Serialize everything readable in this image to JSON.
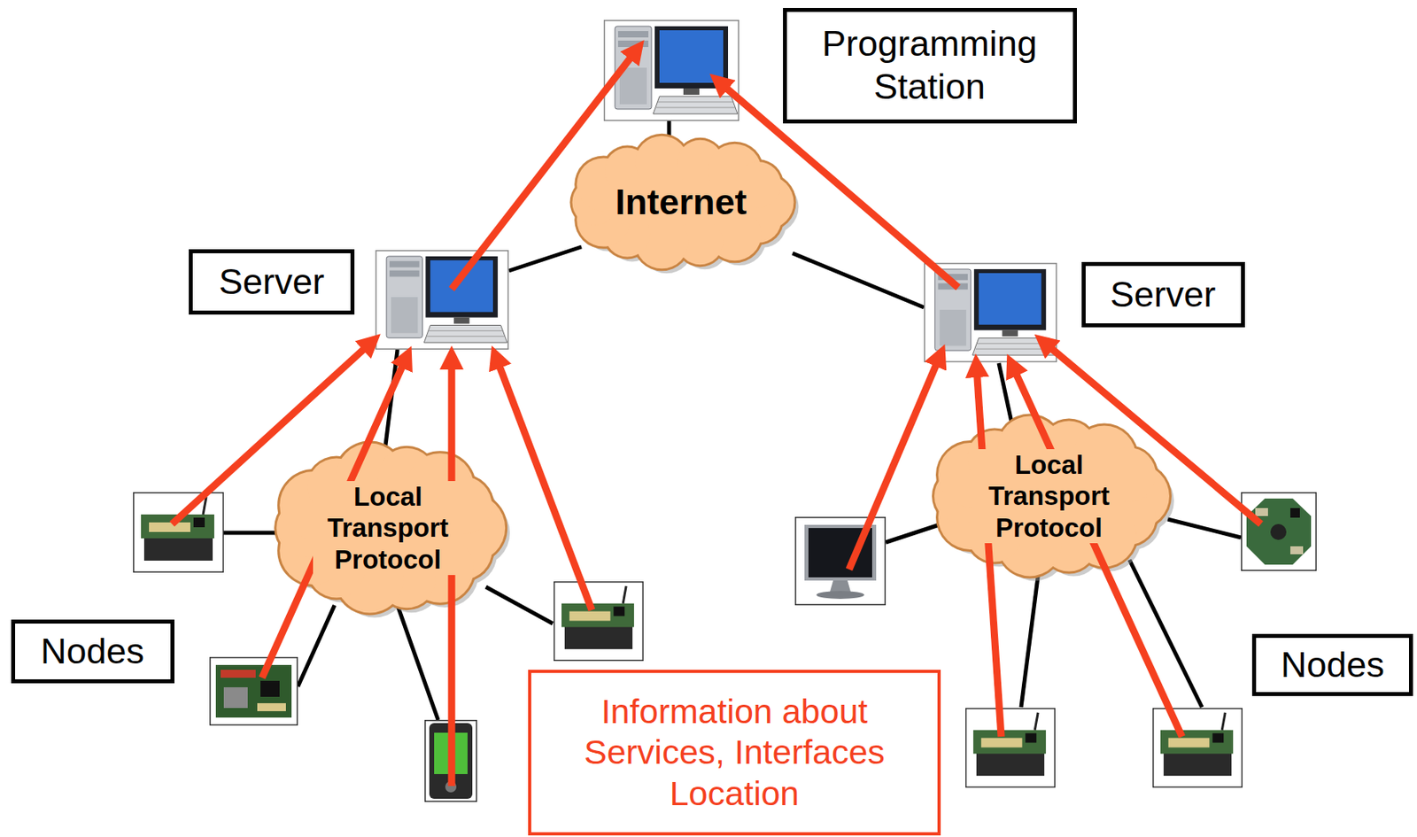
{
  "diagram": {
    "nodes": [
      {
        "text": [
          "Programming Station"
        ]
      },
      {
        "text": [
          "Internet"
        ]
      },
      {
        "text": [
          "Server"
        ]
      },
      {
        "text": [
          "Server"
        ]
      },
      {
        "text": [
          "Local Transport Protocol"
        ]
      },
      {
        "text": [
          "Local Transport Protocol"
        ]
      },
      {
        "text": [
          "Nodes"
        ]
      },
      {
        "text": [
          "Nodes"
        ]
      },
      {
        "text": [
          "Information about Services, Interfaces Location"
        ]
      }
    ]
  }
}
